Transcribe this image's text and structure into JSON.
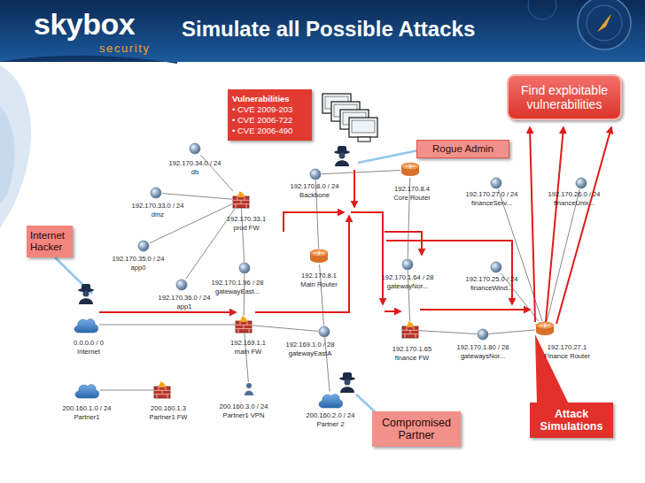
{
  "diagram": {
    "title": "Simulate all Possible Attacks",
    "nodes": [
      {
        "text": [
          "Find exploitable vulnerabilities"
        ]
      },
      {
        "text": [
          "Vulnerabilities",
          "• CVE 2009-203",
          "• CVE 2006-722",
          "• CVE 2006-490"
        ]
      },
      {
        "text": [
          "Rogue Admin"
        ]
      },
      {
        "text": [
          "192.170.34.0 / 24",
          "db"
        ]
      },
      {
        "text": [
          "192.170.8.0 / 24",
          "Backbone"
        ]
      },
      {
        "text": [
          "192.170.8.4",
          "Core Router"
        ]
      },
      {
        "text": [
          "192.170.27.0 / 24",
          "financeServ..."
        ]
      },
      {
        "text": [
          "192.170.26.0 / 24",
          "financeUnix..."
        ]
      },
      {
        "text": [
          "192.170.33.0 / 24",
          "dmz"
        ]
      },
      {
        "text": [
          "192.170.33.1",
          "prod FW"
        ]
      },
      {
        "text": [
          "Internet Hacker"
        ]
      },
      {
        "text": [
          "192.170.35.0 / 24",
          "app0"
        ]
      },
      {
        "text": [
          "192.170.8.1",
          "Main Router"
        ]
      },
      {
        "text": [
          "192.170.1.96 / 28",
          "gatewayEast..."
        ]
      },
      {
        "text": [
          "192.170.1.64 / 28",
          "gatewayNor..."
        ]
      },
      {
        "text": [
          "192.170.25.0 / 24",
          "financeWind..."
        ]
      },
      {
        "text": [
          "192.170.36.0 / 24",
          "app1"
        ]
      },
      {
        "text": [
          "0.0.0.0 / 0",
          "Internet"
        ]
      },
      {
        "text": [
          "192.169.1.1",
          "main FW"
        ]
      },
      {
        "text": [
          "192.169.1.0 / 28",
          "gatewayEastA"
        ]
      },
      {
        "text": [
          "192.170.1.65",
          "finance FW"
        ]
      },
      {
        "text": [
          "192.170.1.80 / 28",
          "gatewaysNor..."
        ]
      },
      {
        "text": [
          "192.170.27.1",
          "Finance Router"
        ]
      },
      {
        "text": [
          "200.160.1.0 / 24",
          "Partner1"
        ]
      },
      {
        "text": [
          "200.160.1.3",
          "Partner1 FW"
        ]
      },
      {
        "text": [
          "200.160.3.0 / 24",
          "Partner1 VPN"
        ]
      },
      {
        "text": [
          "200.160.2.0 / 24",
          "Partner 2"
        ]
      },
      {
        "text": [
          "Compromised Partner"
        ]
      },
      {
        "text": [
          "Attack Simulations"
        ]
      }
    ],
    "edges": [
      {
        "from": 3,
        "to": 9,
        "arrow": "none"
      },
      {
        "from": 8,
        "to": 9,
        "arrow": "none"
      },
      {
        "from": 11,
        "to": 9,
        "arrow": "none"
      },
      {
        "from": 16,
        "to": 9,
        "arrow": "none"
      },
      {
        "from": 9,
        "to": 13,
        "arrow": "none"
      },
      {
        "from": 13,
        "to": 18,
        "arrow": "none"
      },
      {
        "from": 17,
        "to": 18,
        "arrow": "none"
      },
      {
        "from": 18,
        "to": 19,
        "arrow": "none"
      },
      {
        "from": 18,
        "to": 25,
        "arrow": "none"
      },
      {
        "from": 23,
        "to": 24,
        "arrow": "none"
      },
      {
        "from": 19,
        "to": 26,
        "arrow": "none"
      },
      {
        "from": 19,
        "to": 12,
        "arrow": "none"
      },
      {
        "from": 12,
        "to": 4,
        "arrow": "none"
      },
      {
        "from": 4,
        "to": 5,
        "arrow": "none"
      },
      {
        "from": 5,
        "to": 14,
        "arrow": "none"
      },
      {
        "from": 14,
        "to": 20,
        "arrow": "none"
      },
      {
        "from": 20,
        "to": 21,
        "arrow": "none"
      },
      {
        "from": 21,
        "to": 22,
        "arrow": "none"
      },
      {
        "from": 22,
        "to": 6,
        "arrow": "none"
      },
      {
        "from": 22,
        "to": 7,
        "arrow": "none"
      },
      {
        "from": 22,
        "to": 15,
        "arrow": "none"
      }
    ],
    "labels": [
      "skybox",
      "security"
    ]
  }
}
